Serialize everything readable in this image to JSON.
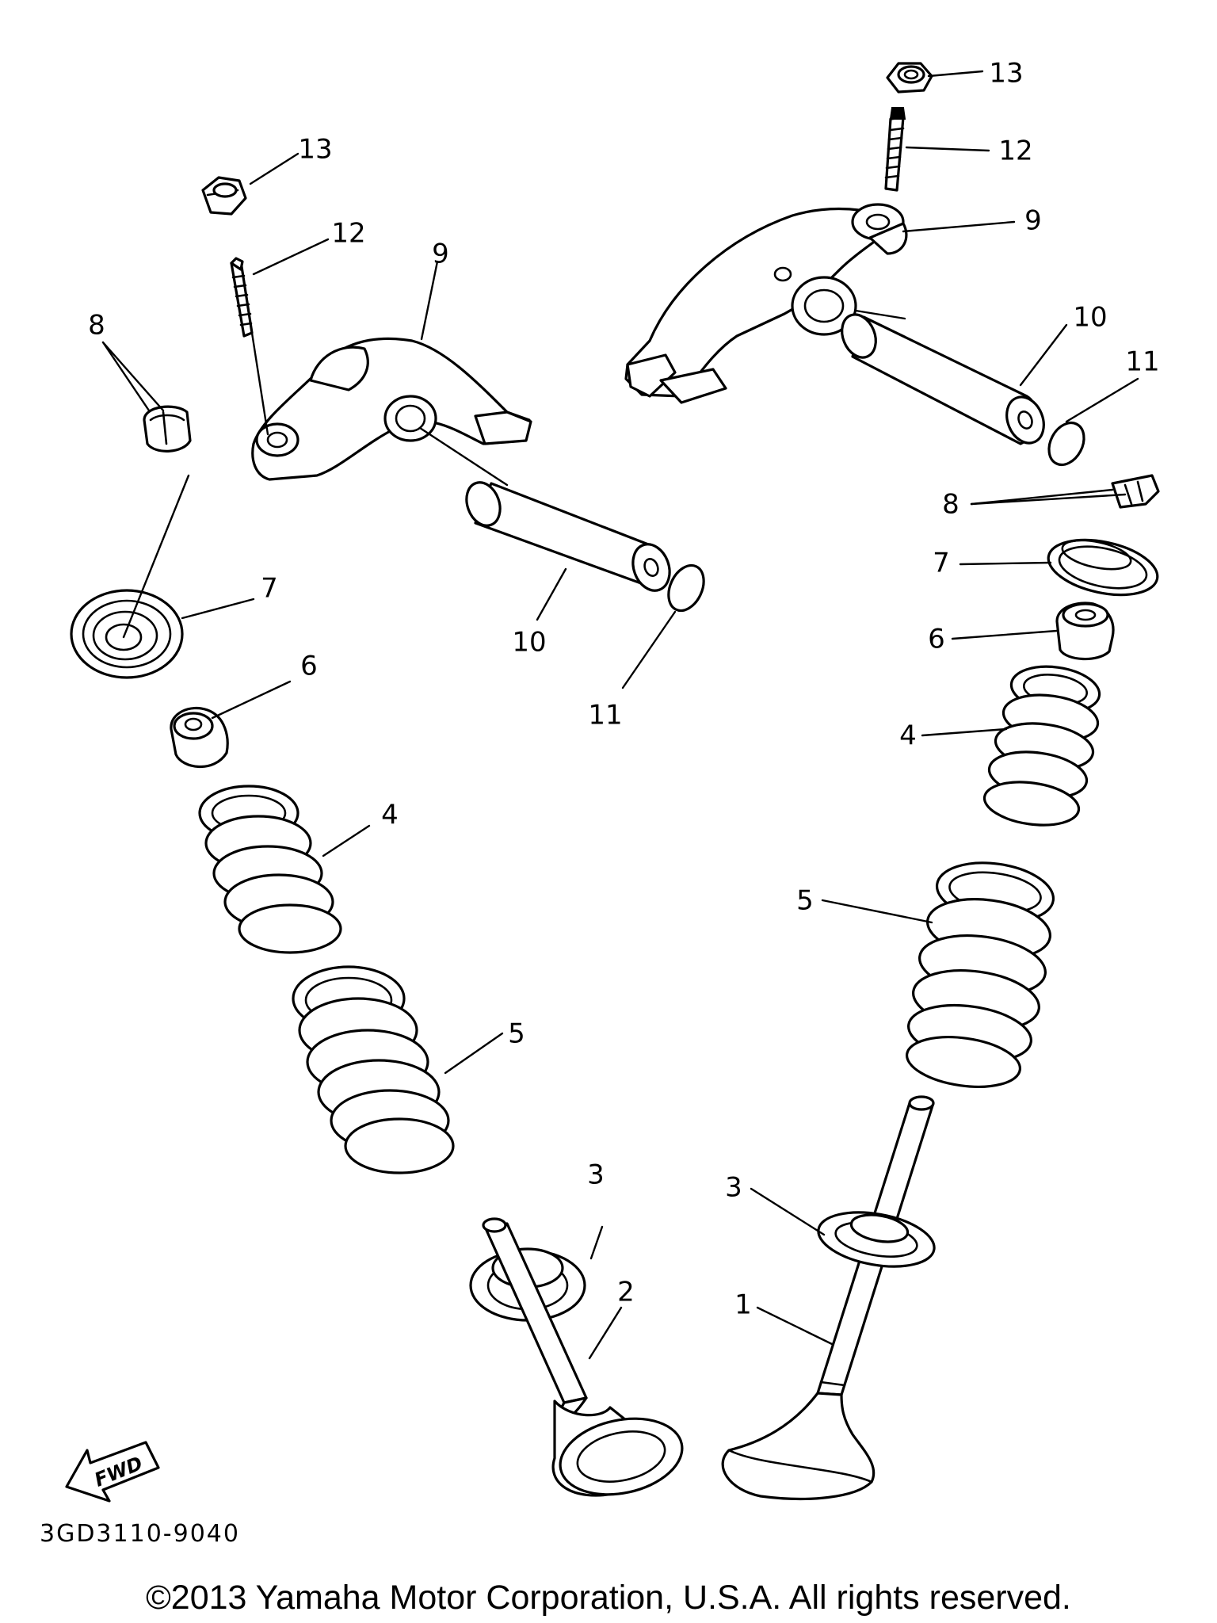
{
  "diagram": {
    "callouts": {
      "c1": "1",
      "c2": "2",
      "c3a": "3",
      "c3b": "3",
      "c4a": "4",
      "c4b": "4",
      "c5a": "5",
      "c5b": "5",
      "c6a": "6",
      "c6b": "6",
      "c7a": "7",
      "c7b": "7",
      "c8a": "8",
      "c8b": "8",
      "c9a": "9",
      "c9b": "9",
      "c10a": "10",
      "c10b": "10",
      "c11a": "11",
      "c11b": "11",
      "c12a": "12",
      "c12b": "12",
      "c13a": "13",
      "c13b": "13"
    },
    "fwd_label": "FWD",
    "code": "3GD3110-9040"
  },
  "footer": {
    "copyright": "©2013 Yamaha Motor Corporation, U.S.A. All rights reserved."
  }
}
